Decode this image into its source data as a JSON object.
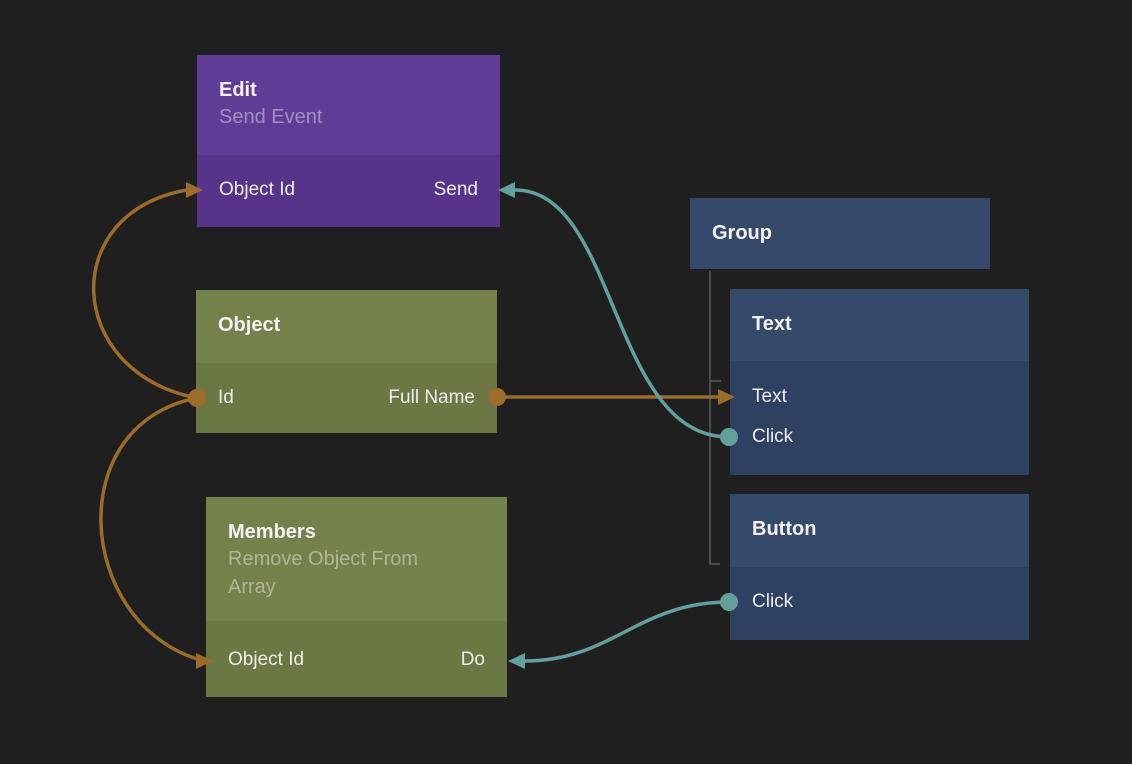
{
  "colors": {
    "bg": "#1f1f1f",
    "purple_header": "#5f3d96",
    "purple_body": "#57338a",
    "green_header": "#75814b",
    "green_body": "#6b7843",
    "blue_header": "#35496b",
    "blue_body": "#2e4161",
    "wire_orange": "#9c6c29",
    "wire_teal": "#62a09c",
    "tree_line": "#4c4c4c",
    "title_text": "#f4f2f6",
    "subtitle_text": "rgba(255,255,255,0.42)",
    "port_text": "#eeeeee"
  },
  "nodes": {
    "edit": {
      "title": "Edit",
      "subtitle": "Send Event",
      "ports": {
        "left": "Object Id",
        "right": "Send"
      }
    },
    "object": {
      "title": "Object",
      "ports": {
        "left": "Id",
        "right": "Full Name"
      }
    },
    "members": {
      "title": "Members",
      "subtitle": "Remove Object From Array",
      "ports": {
        "left": "Object Id",
        "right": "Do"
      }
    },
    "group": {
      "title": "Group"
    },
    "text": {
      "title": "Text",
      "ports": {
        "rows": [
          "Text",
          "Click"
        ]
      }
    },
    "button": {
      "title": "Button",
      "ports": {
        "rows": [
          "Click"
        ]
      }
    }
  },
  "hierarchy": {
    "parent": "Group",
    "children": [
      "Text",
      "Button"
    ]
  },
  "connections": [
    {
      "from": "Object.Id",
      "to": "Edit.Object Id",
      "color_ref": "wire_orange"
    },
    {
      "from": "Object.Id",
      "to": "Members.Object Id",
      "color_ref": "wire_orange"
    },
    {
      "from": "Object.Full Name",
      "to": "Text.Text",
      "color_ref": "wire_orange"
    },
    {
      "from": "Text.Click",
      "to": "Edit.Send",
      "color_ref": "wire_teal"
    },
    {
      "from": "Button.Click",
      "to": "Members.Do",
      "color_ref": "wire_teal"
    }
  ]
}
